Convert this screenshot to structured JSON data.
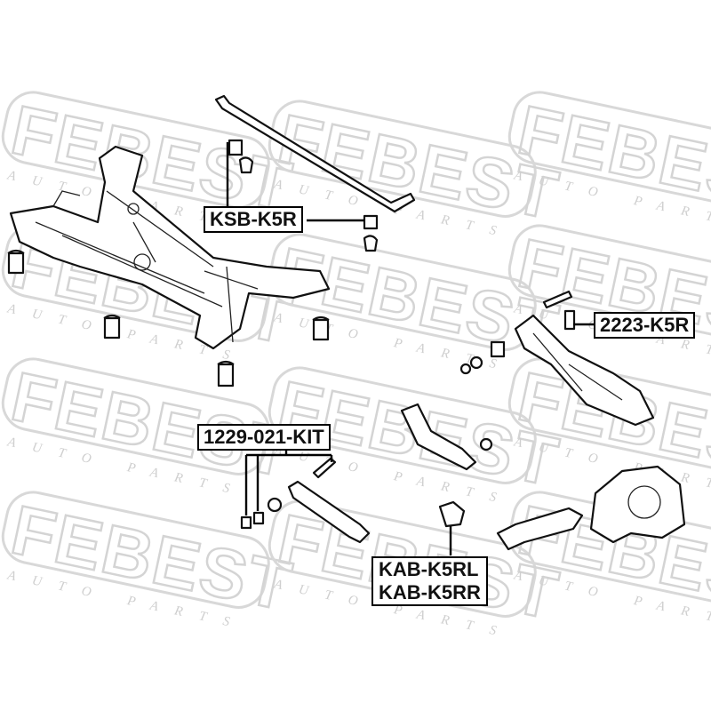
{
  "watermark": {
    "brand": "FEBEST",
    "subtitle": "AUTO PARTS"
  },
  "labels": {
    "stabilizer_bushing": "KSB-K5R",
    "arm_bolt": "2223-K5R",
    "arm_kit": "1229-021-KIT",
    "arm_bushing_left": "KAB-K5RL",
    "arm_bushing_right": "KAB-K5RR"
  }
}
